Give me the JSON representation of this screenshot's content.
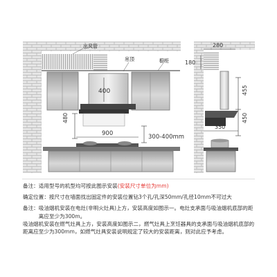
{
  "diagram": {
    "left": {
      "outlet_pipe": "出风管",
      "ceiling": "吊顶",
      "cabinet": "橱柜",
      "dim_400": "400",
      "dim_480": "480",
      "dim_900": "900",
      "dim_300_400": "300-400mm"
    },
    "right": {
      "dim_280": "280",
      "dim_180": "180",
      "dim_455": "455",
      "dim_450": "450",
      "dim_350": "350"
    }
  },
  "notes": {
    "note1_label": "备注：",
    "note1_text": "适用型号的机型均可按此图示安装",
    "note1_red": "(安装尺寸单位为mm)",
    "note2_label": "确定位置：",
    "note2_text": "按尺寸在墙面找出固定件的安装位置钻3个孔/孔深50mm/孔径10mm不可过大",
    "note3_label": "备注：",
    "note3_text": "吸油烟机安装在电灶(非明火灶具)上方，安装高度如图示一。电灶支承面与吸油烟机底部的距离应至少为300m。",
    "note4_text": "吸油烟机安装在燃气灶具上方，安装高度如图示二，燃气灶具上烹饪器具的支承面与吸油烟机底部的距离应至少为300mm，如燃气灶具安装说明规定了较大的安装距离，则对此应予考虑。"
  },
  "colors": {
    "brick_fill": "#e6e6e6",
    "brick_line": "#b5b5b5",
    "text": "#333333",
    "accent_red": "#e53935",
    "divider": "#dddddd"
  }
}
